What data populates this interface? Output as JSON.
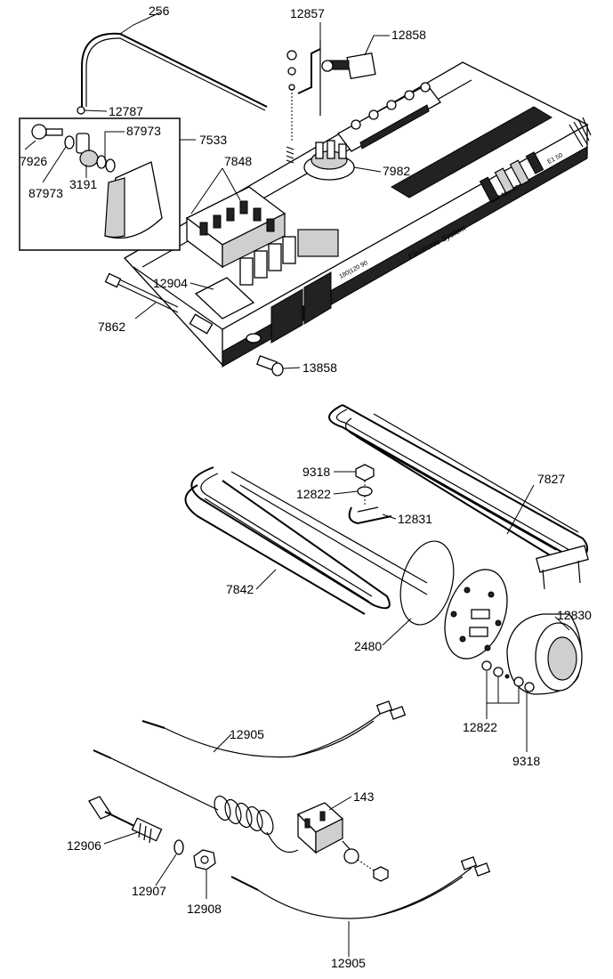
{
  "callouts": {
    "c_256": "256",
    "c_12857": "12857",
    "c_12858": "12858",
    "c_12787": "12787",
    "c_87973_a": "87973",
    "c_7533": "7533",
    "c_7926": "7926",
    "c_87973_b": "87973",
    "c_3191": "3191",
    "c_7848": "7848",
    "c_7982": "7982",
    "c_12904": "12904",
    "c_7862": "7862",
    "c_13858": "13858",
    "c_9318_a": "9318",
    "c_12822_a": "12822",
    "c_12831": "12831",
    "c_7827": "7827",
    "c_7842": "7842",
    "c_2480": "2480",
    "c_12830": "12830",
    "c_12822_b": "12822",
    "c_9318_b": "9318",
    "c_12905_a": "12905",
    "c_143": "143",
    "c_12906": "12906",
    "c_12907": "12907",
    "c_12908": "12908",
    "c_12905_b": "12905"
  },
  "panel_text": {
    "brand": "Electronic System",
    "temp_small": "180|120 90",
    "temp_right": "180 120 90",
    "model": "E1 50"
  }
}
